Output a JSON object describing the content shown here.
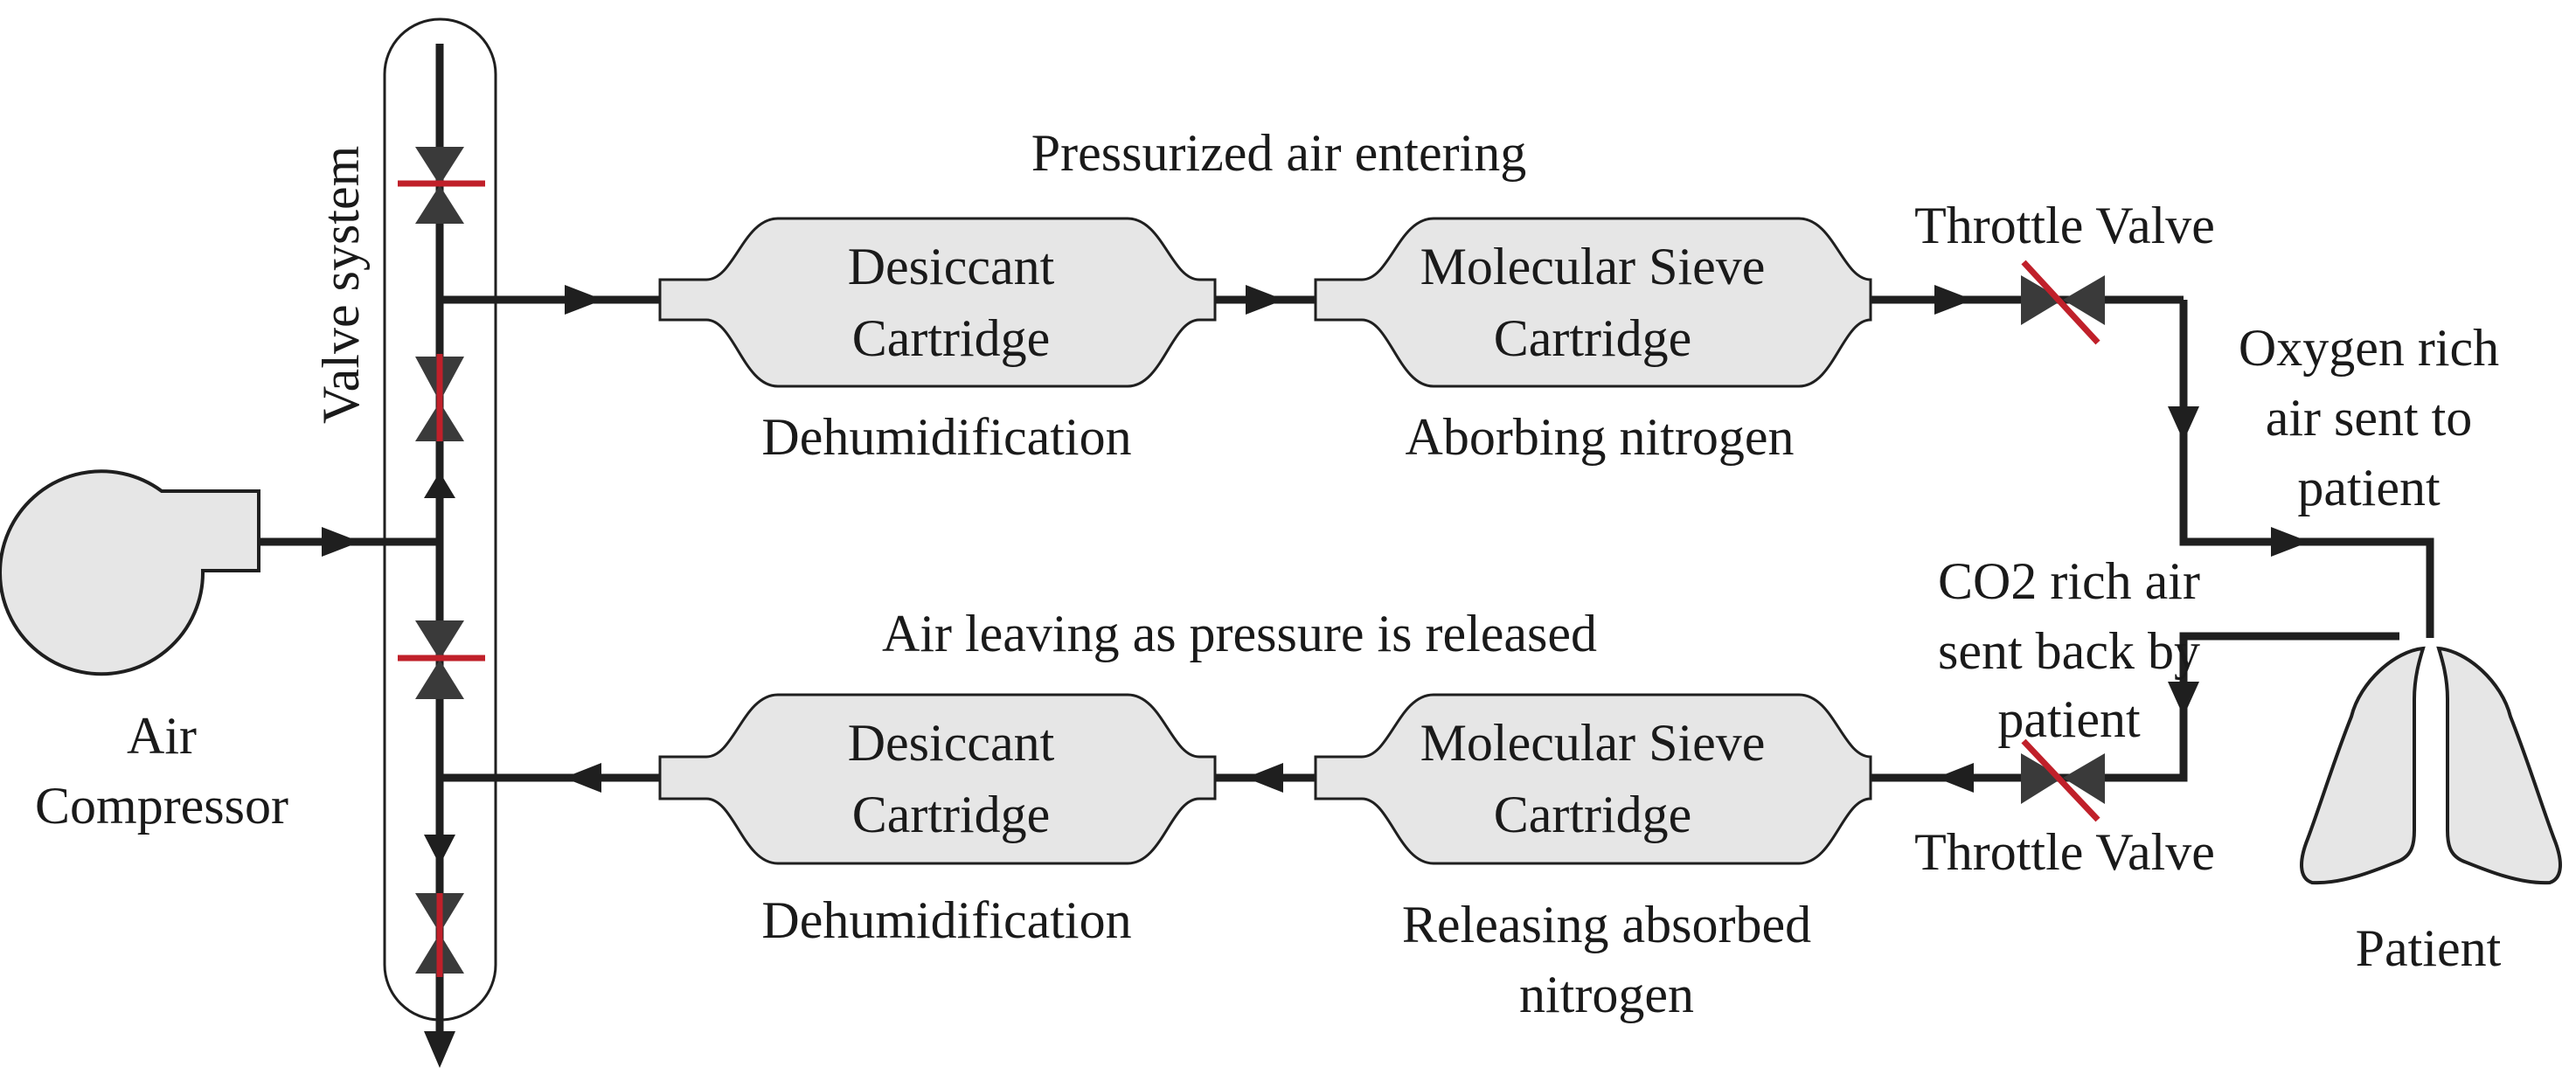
{
  "labels": {
    "valve_system": "Valve system",
    "air_compressor_line1": "Air",
    "air_compressor_line2": "Compressor",
    "pressurized_air": "Pressurized air entering",
    "air_leaving": "Air leaving as pressure is released",
    "top_desiccant_line1": "Desiccant",
    "top_desiccant_line2": "Cartridge",
    "top_desiccant_caption": "Dehumidification",
    "top_sieve_line1": "Molecular Sieve",
    "top_sieve_line2": "Cartridge",
    "top_sieve_caption": "Aborbing nitrogen",
    "bottom_desiccant_line1": "Desiccant",
    "bottom_desiccant_line2": "Cartridge",
    "bottom_desiccant_caption": "Dehumidification",
    "bottom_sieve_line1": "Molecular Sieve",
    "bottom_sieve_line2": "Cartridge",
    "bottom_sieve_caption_line1": "Releasing absorbed",
    "bottom_sieve_caption_line2": "nitrogen",
    "throttle_top": "Throttle Valve",
    "throttle_bottom": "Throttle Valve",
    "oxygen_line1": "Oxygen rich",
    "oxygen_line2": "air sent to",
    "oxygen_line3": "patient",
    "co2_line1": "CO2 rich air",
    "co2_line2": "sent back by",
    "co2_line3": "patient",
    "patient": "Patient"
  },
  "colors": {
    "line": "#1f1f1f",
    "component_fill": "#e6e6e6",
    "valve_fill": "#3a3a3a",
    "valve_mark": "#c0202a"
  }
}
